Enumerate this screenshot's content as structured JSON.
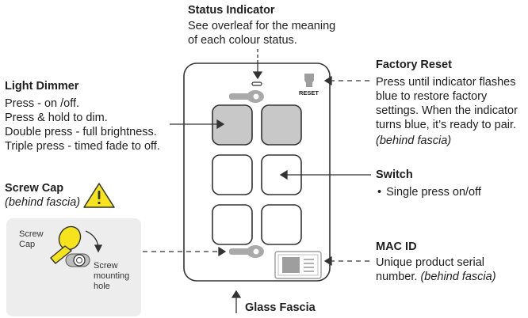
{
  "status_indicator": {
    "title": "Status Indicator",
    "desc": [
      "See overleaf for the meaning",
      "of each colour status."
    ]
  },
  "light_dimmer": {
    "title": "Light Dimmer",
    "lines": [
      "Press - on /off.",
      "Press & hold to dim.",
      "Double press - full brightness.",
      "Triple press - timed fade to off."
    ]
  },
  "screw_cap": {
    "title": "Screw Cap",
    "note": "(behind fascia)",
    "warning_icon": "warning-triangle-icon",
    "inset_cap_label": [
      "Screw",
      "Cap"
    ],
    "inset_hole_label": [
      "Screw",
      "mounting",
      "hole"
    ]
  },
  "factory_reset": {
    "title": "Factory Reset",
    "lines": [
      "Press until indicator flashes",
      "blue to restore factory",
      "settings. When the indicator",
      "turns blue, it’s ready to pair."
    ],
    "note": "(behind fascia)",
    "device_label": "RESET"
  },
  "switch": {
    "title": "Switch",
    "bullet": "Single press on/off"
  },
  "mac_id": {
    "title": "MAC ID",
    "line1": "Unique product serial",
    "line2_plain": "number.",
    "line2_italic": "(behind fascia)"
  },
  "glass_fascia": {
    "title": "Glass Fascia"
  },
  "colors": {
    "accent_yellow": "#f5e31c",
    "button_grey": "#c8c8c8",
    "outline": "#333333"
  }
}
